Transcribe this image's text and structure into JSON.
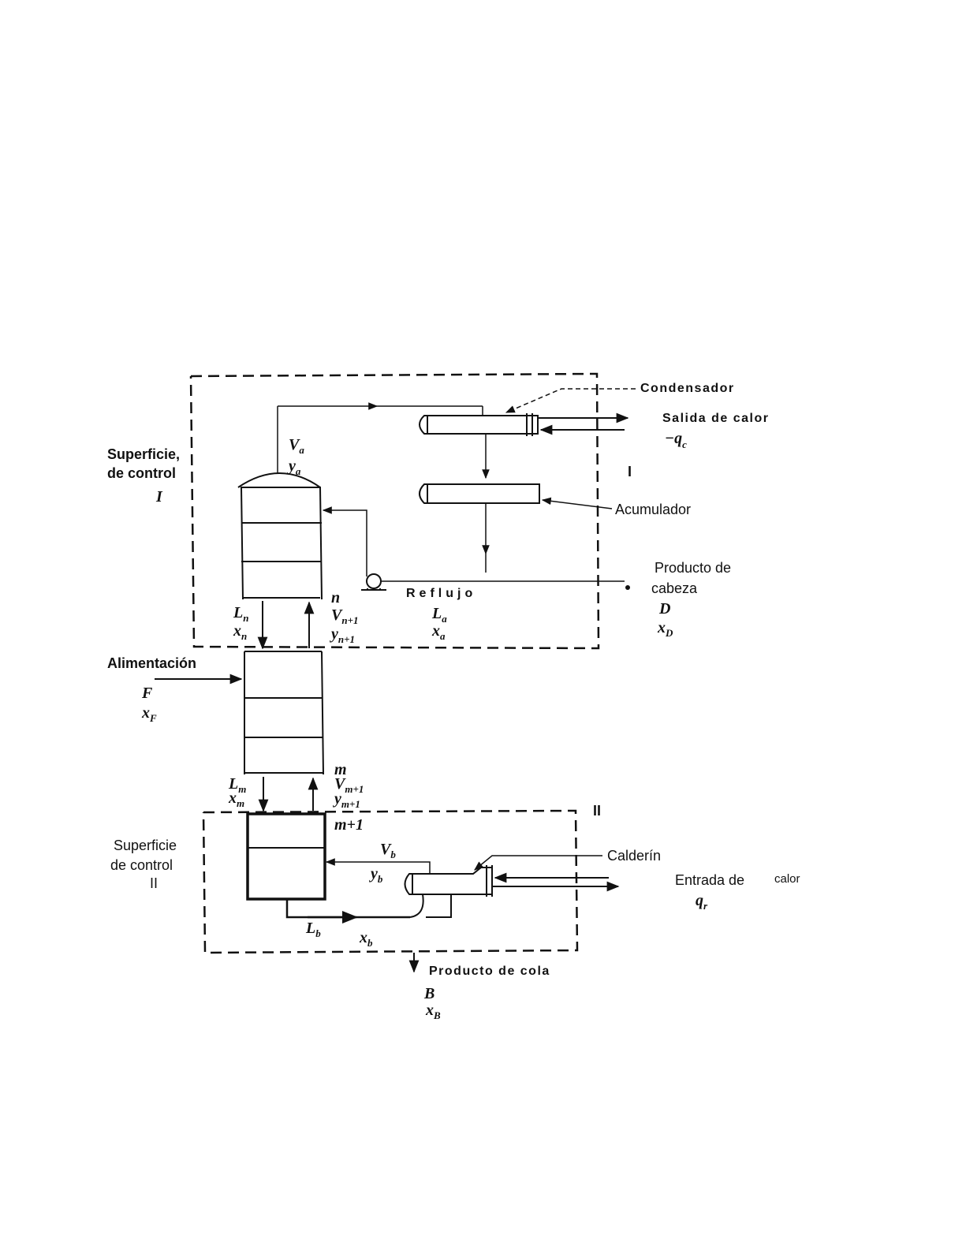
{
  "labels": {
    "condensador": "Condensador",
    "salida_calor": "Salida de calor",
    "qc_main": "−q",
    "qc_sub": "c",
    "superficie_1_line1": "Superficie,",
    "superficie_1_line2": "de control",
    "superficie_1_num": "I",
    "region_I": "I",
    "acumulador": "Acumulador",
    "producto_cabeza_line1": "Producto de",
    "producto_cabeza_line2": "cabeza",
    "D_main": "D",
    "xD_main": "x",
    "xD_sub": "D",
    "reflujo": "Reflujo",
    "La_main": "L",
    "La_sub": "a",
    "xa_main": "x",
    "xa_sub": "a",
    "Va_main": "V",
    "Va_sub": "a",
    "ya_main": "y",
    "ya_sub": "a",
    "n_label": "n",
    "Ln_main": "L",
    "Ln_sub": "n",
    "xn_main": "x",
    "xn_sub": "n",
    "Vn1_main": "V",
    "Vn1_sub": "n+1",
    "yn1_main": "y",
    "yn1_sub": "n+1",
    "alimentacion": "Alimentación",
    "F_main": "F",
    "xF_main": "x",
    "xF_sub": "F",
    "m_label": "m",
    "Lm_main": "L",
    "Lm_sub": "m",
    "xm_main": "x",
    "xm_sub": "m",
    "Vm1_main": "V",
    "Vm1_sub": "m+1",
    "ym1_main": "y",
    "ym1_sub": "m+1",
    "region_II": "II",
    "m1_label": "m+1",
    "superficie_2_line1": "Superficie",
    "superficie_2_line2": "de control",
    "superficie_2_num": "II",
    "calderin": "Calderín",
    "entrada_calor": "Entrada de",
    "entrada_calor_2": "calor",
    "qr_main": "q",
    "qr_sub": "r",
    "Vb_main": "V",
    "Vb_sub": "b",
    "yb_main": "y",
    "yb_sub": "b",
    "Lb_main": "L",
    "Lb_sub": "b",
    "xb_main": "x",
    "xb_sub": "b",
    "producto_cola": "Producto de cola",
    "B_main": "B",
    "xB_main": "x",
    "xB_sub": "B"
  },
  "colors": {
    "stroke": "#111111",
    "background": "#ffffff"
  }
}
